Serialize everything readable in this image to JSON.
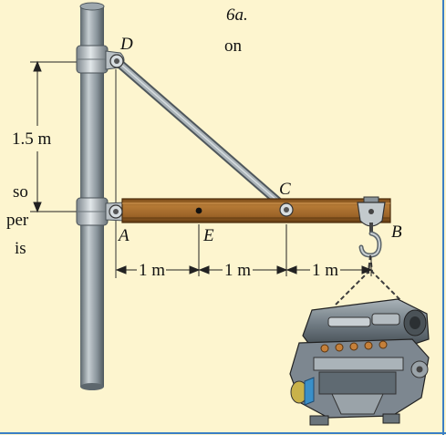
{
  "background_color": "#fdf5cf",
  "text_fragments": {
    "top_right": "6a.",
    "line_on": "on",
    "line_so": "so",
    "line_per": "per",
    "line_is": "is"
  },
  "points": {
    "D": "D",
    "C": "C",
    "A": "A",
    "E": "E",
    "B": "B"
  },
  "dimensions": {
    "vertical": "1.5 m",
    "span_AE": "1 m",
    "span_EC": "1 m",
    "span_CB": "1 m"
  },
  "colors": {
    "post": "#8a959c",
    "beam": "#a06a2c",
    "strut": "#8e989e",
    "clamp": "#b9c0c4",
    "engine": "#7d8790"
  },
  "icons": {
    "load": "engine-block-icon",
    "hook": "crane-hook-icon"
  }
}
